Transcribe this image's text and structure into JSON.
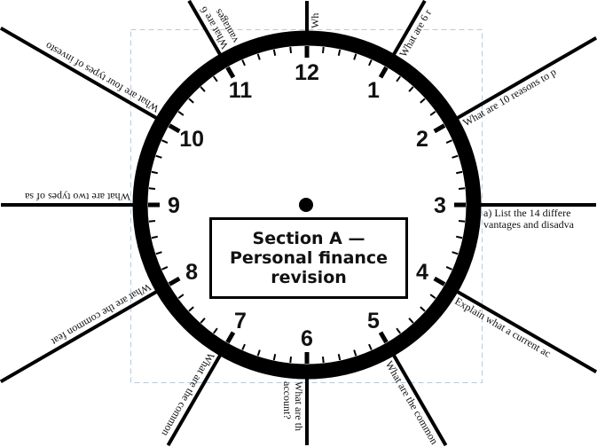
{
  "clock": {
    "numbers": [
      "12",
      "1",
      "2",
      "3",
      "4",
      "5",
      "6",
      "7",
      "8",
      "9",
      "10",
      "11"
    ],
    "title_lines": [
      "Section A —",
      "Personal finance",
      "revision"
    ]
  },
  "questions": [
    {
      "hour": 12,
      "lines": [
        "Wh"
      ]
    },
    {
      "hour": 1,
      "lines": [
        "What are 6 r"
      ]
    },
    {
      "hour": 2,
      "lines": [
        "What are 10 reasons to p"
      ]
    },
    {
      "hour": 3,
      "lines": [
        "a) List the 14 differe",
        "vantages and disadva"
      ]
    },
    {
      "hour": 4,
      "lines": [
        "Explain what a current ac"
      ]
    },
    {
      "hour": 5,
      "lines": [
        "What are the common"
      ]
    },
    {
      "hour": 6,
      "lines": [
        "What are th",
        "account?"
      ]
    },
    {
      "hour": 7,
      "lines": [
        "What are the common"
      ]
    },
    {
      "hour": 8,
      "lines": [
        "What are the common feat"
      ]
    },
    {
      "hour": 9,
      "lines": [
        "What are two types of sa"
      ]
    },
    {
      "hour": 10,
      "lines": [
        "What are four types of investo"
      ]
    },
    {
      "hour": 11,
      "lines": [
        "What are 6",
        "vantages"
      ]
    }
  ],
  "colors": {
    "ink": "#000000",
    "selection": "#b9c9d9"
  }
}
